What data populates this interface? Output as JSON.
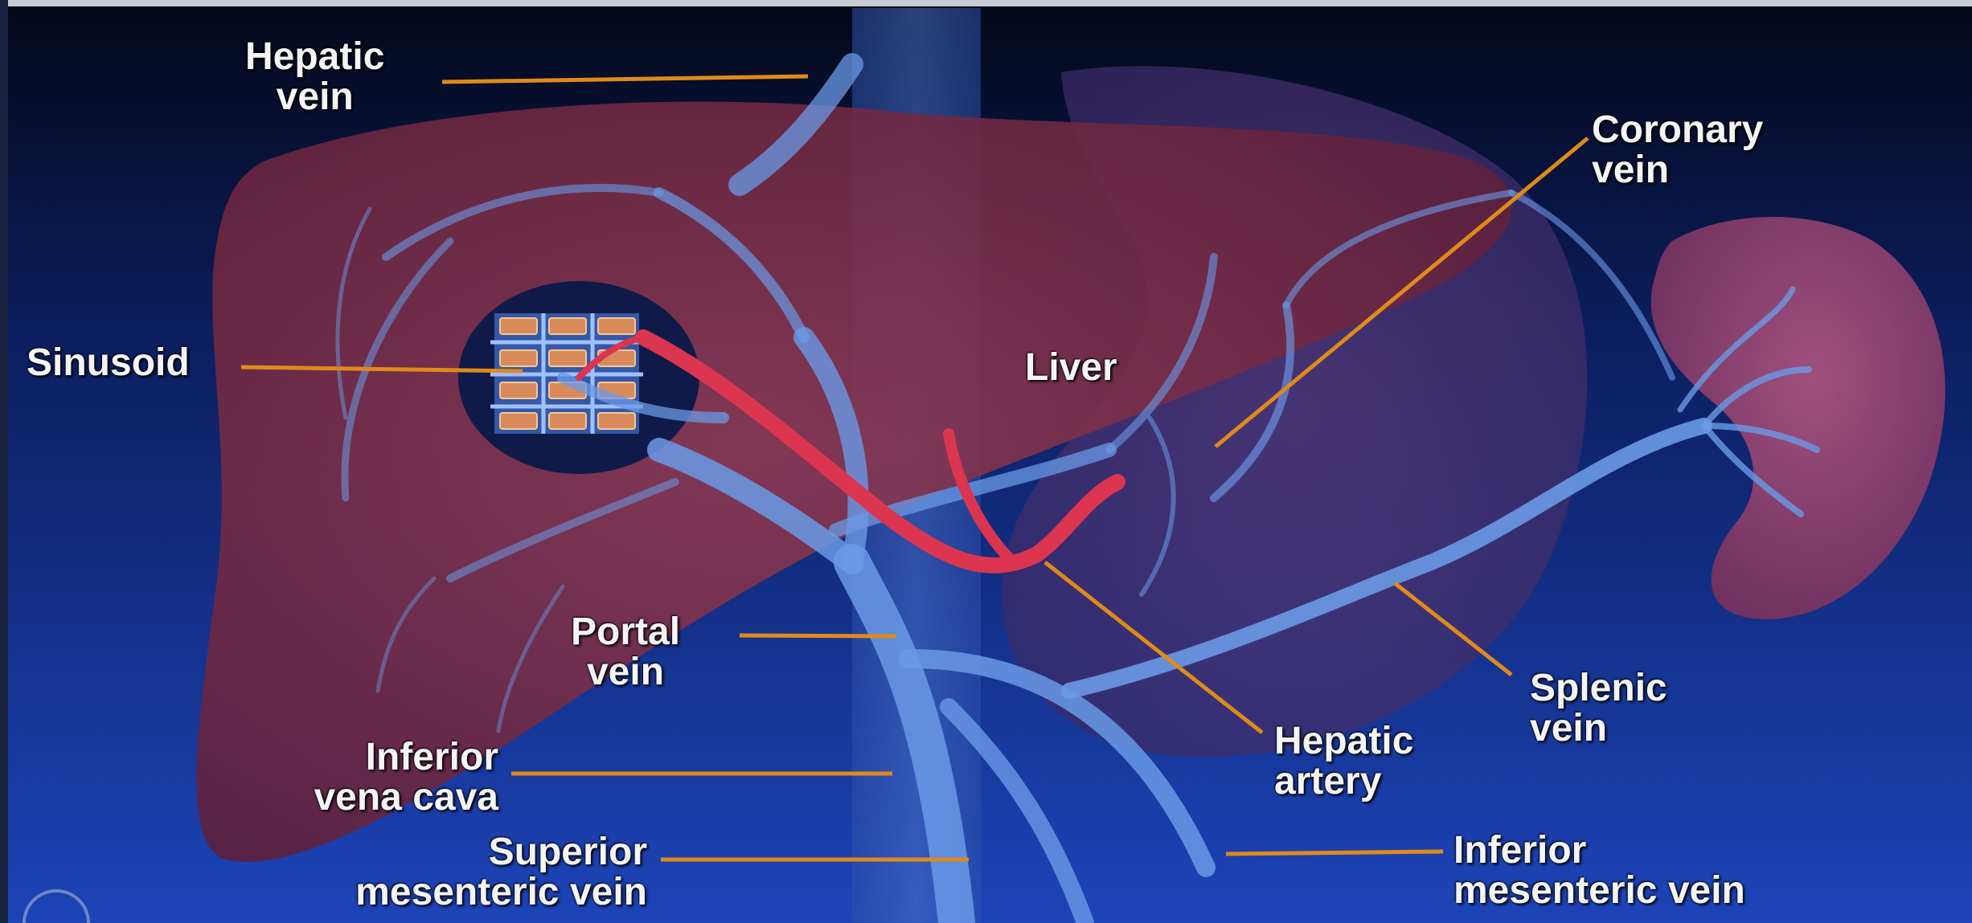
{
  "colors": {
    "background_top": "#050a1e",
    "background_bottom": "#1a3fb0",
    "liver": "#7a2a3e",
    "spleen": "#7d3a6a",
    "vein": "#5d8fe0",
    "artery": "#d8324a",
    "leader_line": "#e08a1a",
    "label_text": "#f4f4f4"
  },
  "labels": {
    "hepatic_vein": [
      "Hepatic",
      "vein"
    ],
    "coronary_vein": [
      "Coronary",
      "vein"
    ],
    "sinusoid": "Sinusoid",
    "liver": "Liver",
    "portal_vein": [
      "Portal",
      "vein"
    ],
    "splenic_vein": [
      "Splenic",
      "vein"
    ],
    "hepatic_artery": [
      "Hepatic",
      "artery"
    ],
    "inferior_vena_cava": [
      "Inferior",
      "vena cava"
    ],
    "superior_mesenteric_vein": [
      "Superior",
      "mesenteric vein"
    ],
    "inferior_mesenteric_vein": [
      "Inferior",
      "mesenteric vein"
    ]
  }
}
